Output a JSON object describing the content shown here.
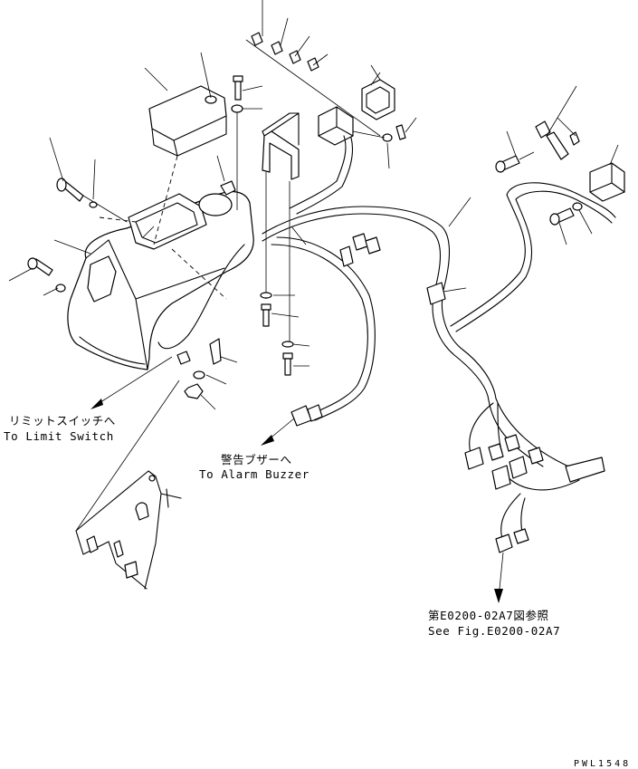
{
  "callouts": {
    "limit_switch": {
      "ja": "リミットスイッチへ",
      "en": "To Limit Switch"
    },
    "alarm_buzzer": {
      "ja": "警告ブザーへ",
      "en": "To Alarm Buzzer"
    },
    "see_fig": {
      "ja": "第E0200-02A7図参照",
      "en": "See Fig.E0200-02A7"
    }
  },
  "drawing_code": "PWL1548"
}
